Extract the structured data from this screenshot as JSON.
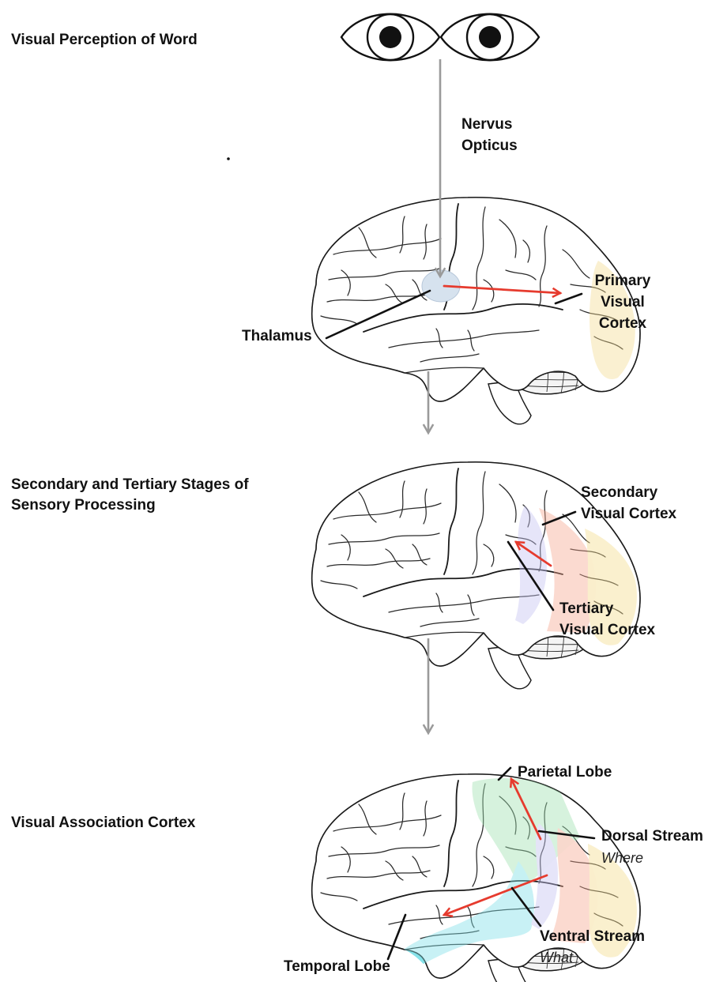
{
  "stages": [
    {
      "title_lines": [
        "Visual Perception of Word"
      ]
    },
    {
      "title_lines": [
        "Secondary and Tertiary Stages of",
        "Sensory Processing"
      ]
    },
    {
      "title_lines": [
        "Visual Association Cortex"
      ]
    }
  ],
  "labels": {
    "nervus_opticus": [
      "Nervus",
      "Opticus"
    ],
    "thalamus": "Thalamus",
    "primary_visual_cortex": [
      "Primary",
      "Visual",
      "Cortex"
    ],
    "secondary_visual_cortex": [
      "Secondary",
      "Visual Cortex"
    ],
    "tertiary_visual_cortex": [
      "Tertiary",
      "Visual Cortex"
    ],
    "parietal_lobe": "Parietal Lobe",
    "dorsal_stream": "Dorsal Stream",
    "dorsal_stream_sub": "Where",
    "ventral_stream": "Ventral Stream",
    "ventral_stream_sub": "What",
    "temporal_lobe": "Temporal Lobe"
  },
  "colors": {
    "thalamus": "#d6e2ee",
    "primary_visual_cortex": "#f5dc8e",
    "secondary_visual_cortex": "#f6a48c",
    "tertiary_visual_cortex": "#c5c3f2",
    "parietal_lobe": "#9fe3b0",
    "temporal_lobe": "#7fe0e8",
    "pathway_arrow": "#e63b2e",
    "flow_arrow": "#9a9a9a"
  },
  "icons": [
    "left-eye-icon",
    "right-eye-icon",
    "brain-illustration"
  ]
}
